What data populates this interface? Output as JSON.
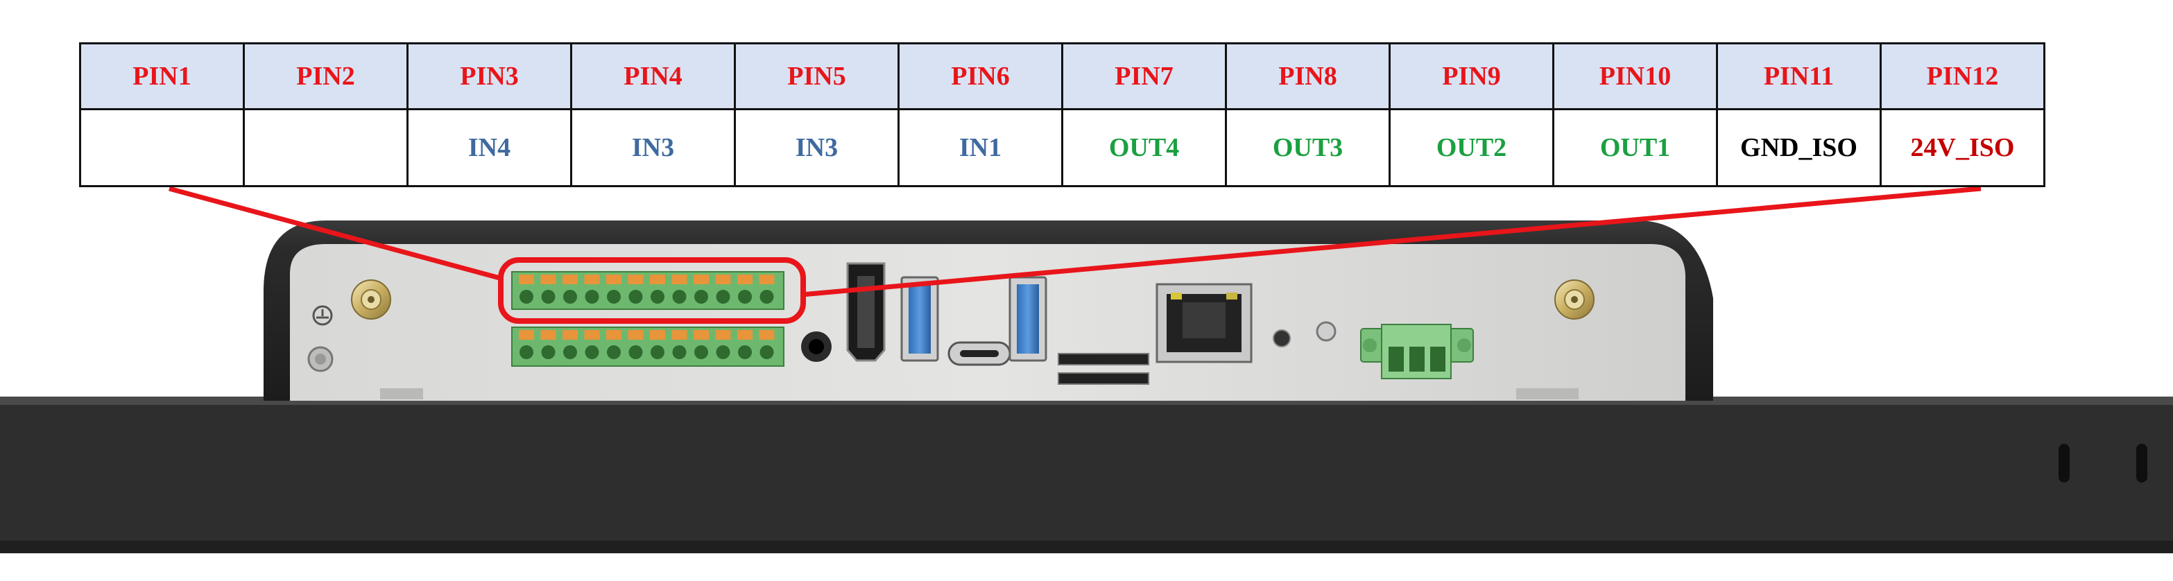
{
  "table": {
    "headers": [
      "PIN1",
      "PIN2",
      "PIN3",
      "PIN4",
      "PIN5",
      "PIN6",
      "PIN7",
      "PIN8",
      "PIN9",
      "PIN10",
      "PIN11",
      "PIN12"
    ],
    "signals": [
      {
        "label": "",
        "kind": "none"
      },
      {
        "label": "",
        "kind": "none"
      },
      {
        "label": "IN4",
        "kind": "in"
      },
      {
        "label": "IN3",
        "kind": "in"
      },
      {
        "label": "IN3",
        "kind": "in"
      },
      {
        "label": "IN1",
        "kind": "in"
      },
      {
        "label": "OUT4",
        "kind": "out"
      },
      {
        "label": "OUT3",
        "kind": "out"
      },
      {
        "label": "OUT2",
        "kind": "out"
      },
      {
        "label": "OUT1",
        "kind": "out"
      },
      {
        "label": "GND_ISO",
        "kind": "gnd"
      },
      {
        "label": "24V_ISO",
        "kind": "pwr"
      }
    ]
  },
  "colors": {
    "header_text": "#e8151a",
    "header_bg": "#d9e2f3",
    "input_text": "#3f6aa0",
    "output_text": "#1aa040",
    "gnd_text": "#000000",
    "power_text": "#c40000",
    "callout": "#e8151a"
  },
  "device": {
    "connectors": [
      "ground-screw-icon",
      "sma-antenna-left",
      "terminal-block-24pin",
      "audio-jack",
      "hdmi-port",
      "usb-a-port",
      "usb-c-port",
      "usb-a-port",
      "sd-card-slot",
      "rj45-port",
      "led-indicator",
      "power-button",
      "green-3pin-terminal",
      "sma-antenna-right"
    ]
  }
}
